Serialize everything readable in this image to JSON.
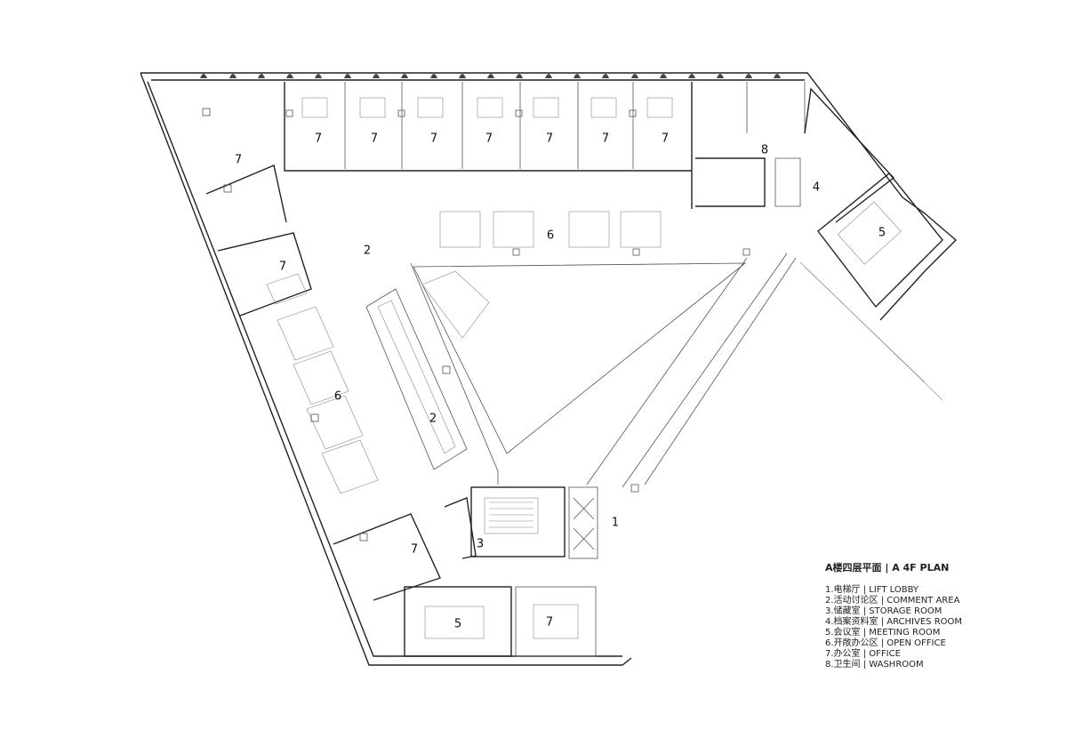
{
  "plan": {
    "title": "A楼四层平面 | A 4F PLAN",
    "rooms": [
      {
        "id": "r1",
        "label": "1"
      },
      {
        "id": "r2a",
        "label": "2"
      },
      {
        "id": "r2b",
        "label": "2"
      },
      {
        "id": "r3",
        "label": "3"
      },
      {
        "id": "r4",
        "label": "4"
      },
      {
        "id": "r5a",
        "label": "5"
      },
      {
        "id": "r5b",
        "label": "5"
      },
      {
        "id": "r6a",
        "label": "6"
      },
      {
        "id": "r6b",
        "label": "6"
      },
      {
        "id": "r7a",
        "label": "7"
      },
      {
        "id": "r7b",
        "label": "7"
      },
      {
        "id": "r7c",
        "label": "7"
      },
      {
        "id": "r7d",
        "label": "7"
      },
      {
        "id": "r7e",
        "label": "7"
      },
      {
        "id": "r7f",
        "label": "7"
      },
      {
        "id": "r7g",
        "label": "7"
      },
      {
        "id": "r7h",
        "label": "7"
      },
      {
        "id": "r7i",
        "label": "7"
      },
      {
        "id": "r7j",
        "label": "7"
      },
      {
        "id": "r7k",
        "label": "7"
      },
      {
        "id": "r8",
        "label": "8"
      }
    ],
    "legend": [
      "1.电梯厅 | LIFT LOBBY",
      "2.活动讨论区 | COMMENT AREA",
      "3.储藏室 | STORAGE ROOM",
      "4.档案资料室 | ARCHIVES ROOM",
      "5.会议室 | MEETING ROOM",
      "6.开敞办公区 | OPEN OFFICE",
      "7.办公室 | OFFICE",
      "8.卫生间 | WASHROOM"
    ]
  }
}
